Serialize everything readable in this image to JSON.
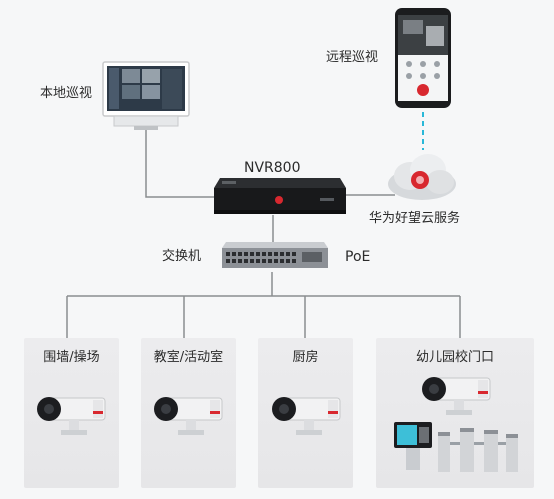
{
  "labels": {
    "local_patrol": "本地巡视",
    "remote_patrol": "远程巡视",
    "nvr": "NVR800",
    "cloud": "华为好望云服务",
    "switch": "交换机",
    "poe": "PoE"
  },
  "zones": [
    {
      "title": "围墙/操场"
    },
    {
      "title": "教室/活动室"
    },
    {
      "title": "厨房"
    },
    {
      "title": "幼儿园校门口"
    }
  ],
  "colors": {
    "wire": "#8a8d90",
    "wireless": "#29b8d8",
    "huawei_red": "#d8282f",
    "device_dark": "#1c1d20",
    "zone_bg": "#e8e8ea"
  },
  "icons": {
    "monitor": "desktop-monitor-icon",
    "phone": "smartphone-icon",
    "nvr": "nvr-recorder-icon",
    "switch": "network-switch-icon",
    "cloud": "cloud-service-icon",
    "camera": "bullet-camera-icon",
    "gate": "access-gate-icon"
  }
}
